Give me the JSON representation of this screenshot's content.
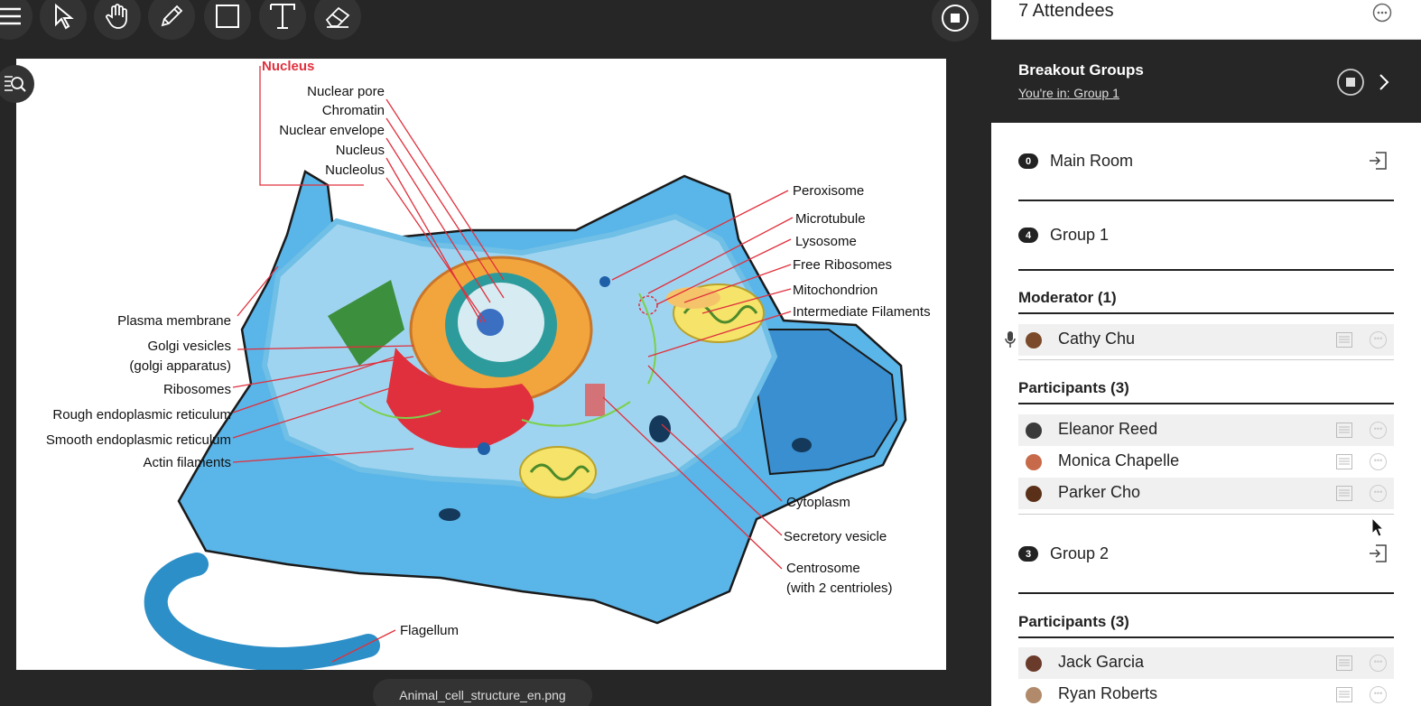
{
  "toolbar": {
    "icons": [
      "menu-icon",
      "pointer-icon",
      "hand-icon",
      "pencil-icon",
      "rectangle-icon",
      "text-icon",
      "eraser-icon",
      "stop-share-icon",
      "zoom-icon"
    ]
  },
  "slide": {
    "filename": "Animal_cell_structure_en.png",
    "labels": {
      "nucleus_header": "Nucleus",
      "nuclear_pore": "Nuclear pore",
      "chromatin": "Chromatin",
      "nuclear_envelope": "Nuclear envelope",
      "nucleus": "Nucleus",
      "nucleolus": "Nucleolus",
      "plasma_membrane": "Plasma membrane",
      "golgi1": "Golgi vesicles",
      "golgi2": "(golgi apparatus)",
      "ribosomes": "Ribosomes",
      "rough_er": "Rough endoplasmic reticulum",
      "smooth_er": "Smooth endoplasmic reticulum",
      "actin": "Actin filaments",
      "flagellum": "Flagellum",
      "peroxisome": "Peroxisome",
      "microtubule": "Microtubule",
      "lysosome": "Lysosome",
      "free_ribosomes": "Free Ribosomes",
      "mitochondrion": "Mitochondrion",
      "intermediate": "Intermediate Filaments",
      "cytoplasm": "Cytoplasm",
      "secretory": "Secretory vesicle",
      "centrosome1": "Centrosome",
      "centrosome2": "(with 2 centrioles)"
    }
  },
  "panel": {
    "attendees_title": "7 Attendees",
    "breakout_title": "Breakout Groups",
    "breakout_sub": "You're in: Group 1",
    "main_room": {
      "count": "0",
      "label": "Main Room"
    },
    "group1": {
      "count": "4",
      "label": "Group 1",
      "moderator_header": "Moderator (1)",
      "moderator": "Cathy Chu",
      "participants_header": "Participants (3)",
      "participants": [
        "Eleanor Reed",
        "Monica Chapelle",
        "Parker Cho"
      ]
    },
    "group2": {
      "count": "3",
      "label": "Group 2",
      "participants_header": "Participants (3)",
      "participants": [
        "Jack Garcia",
        "Ryan Roberts"
      ]
    }
  },
  "colors": {
    "accent_red": "#e0303d",
    "panel_dark": "#262626",
    "cell_blue": "#4aa6dc"
  }
}
